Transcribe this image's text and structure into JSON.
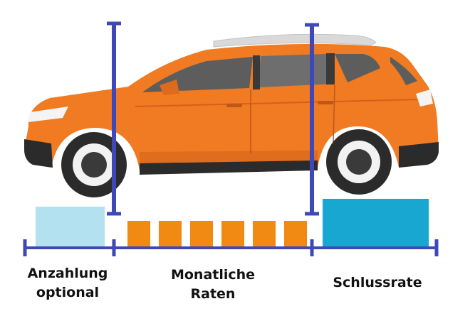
{
  "labels": {
    "down_payment_line1": "Anzahlung",
    "down_payment_line2": "optional",
    "monthly_line1": "Monatliche",
    "monthly_line2": "Raten",
    "final_rate": "Schlussrate"
  },
  "colors": {
    "car_body": "#f07b22",
    "car_shadow": "#d4601a",
    "window": "#5d5d5d",
    "window_light": "#8a8a8a",
    "tire": "#2b2b2b",
    "rim": "#f2f2f2",
    "divider_line": "#3f48b8",
    "down_payment_block": "#b3e1ef",
    "monthly_block": "#f08a12",
    "final_block": "#17a7d1"
  },
  "icons": [
    "suv-car-illustration"
  ],
  "monthly_payment_count": 6
}
